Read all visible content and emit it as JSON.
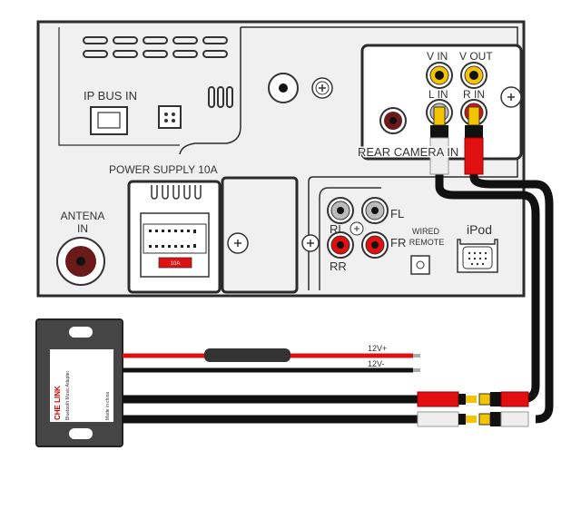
{
  "labels": {
    "ip_bus_in": "IP BUS IN",
    "v_in": "V IN",
    "v_out": "V OUT",
    "l_in": "L IN",
    "r_in": "R IN",
    "rear_camera_in": "REAR CAMERA IN",
    "power_supply": "POWER SUPPLY 10A",
    "fuse_label": "10A",
    "antena": "ANTENA",
    "antena_in": "IN",
    "rl": "RL",
    "fl": "FL",
    "rr": "RR",
    "fr": "FR",
    "wired": "WIRED",
    "remote": "REMOTE",
    "ipod": "iPod",
    "v12_plus": "12V+",
    "v12_minus": "12V-"
  },
  "adapter": {
    "brand": "CHE LINK",
    "product": "Bluetooth Music Adapter",
    "origin": "Made in china"
  },
  "colors": {
    "panel": "#f0f0f0",
    "outline": "#2b2b2b",
    "red": "#e01010",
    "yellow": "#f5c400",
    "adapter": "#454545",
    "cable": "#111111"
  }
}
